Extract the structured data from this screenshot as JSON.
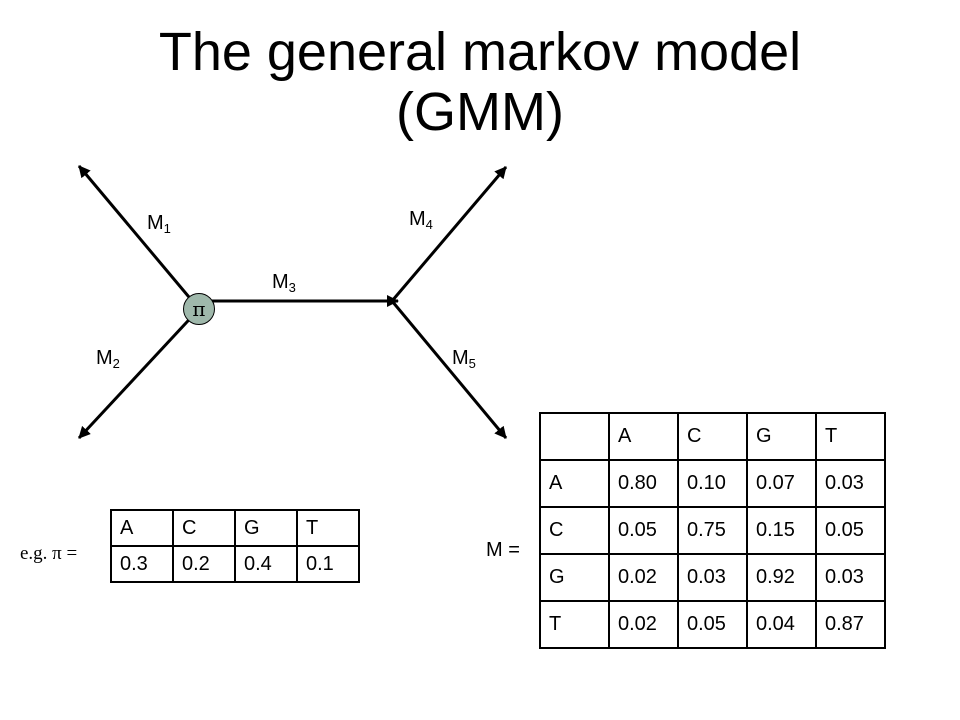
{
  "title": {
    "line1": "The general markov model",
    "line2": "(GMM)"
  },
  "tree": {
    "root_symbol": "π",
    "edges": [
      {
        "id": "m1",
        "base": "M",
        "sub": "1"
      },
      {
        "id": "m2",
        "base": "M",
        "sub": "2"
      },
      {
        "id": "m3",
        "base": "M",
        "sub": "3"
      },
      {
        "id": "m4",
        "base": "M",
        "sub": "4"
      },
      {
        "id": "m5",
        "base": "M",
        "sub": "5"
      }
    ],
    "node_fill": "#9fb8ab"
  },
  "pi_example": {
    "label": "e.g. π =",
    "headers": [
      "A",
      "C",
      "G",
      "T"
    ],
    "values": [
      "0.3",
      "0.2",
      "0.4",
      "0.1"
    ]
  },
  "transition_matrix": {
    "label": "M =",
    "corner": "",
    "headers": [
      "A",
      "C",
      "G",
      "T"
    ],
    "rows": [
      {
        "label": "A",
        "values": [
          "0.80",
          "0.10",
          "0.07",
          "0.03"
        ]
      },
      {
        "label": "C",
        "values": [
          "0.05",
          "0.75",
          "0.15",
          "0.05"
        ]
      },
      {
        "label": "G",
        "values": [
          "0.02",
          "0.03",
          "0.92",
          "0.03"
        ]
      },
      {
        "label": "T",
        "values": [
          "0.02",
          "0.05",
          "0.04",
          "0.87"
        ]
      }
    ]
  }
}
